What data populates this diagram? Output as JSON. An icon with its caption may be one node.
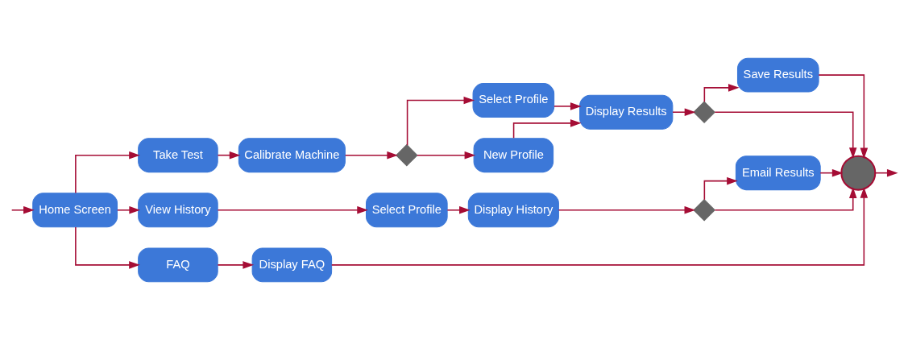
{
  "diagram": {
    "nodes": [
      {
        "text": [
          "Home Screen"
        ]
      },
      {
        "text": [
          "Take Test"
        ]
      },
      {
        "text": [
          "Calibrate Machine"
        ]
      },
      {
        "text": [],
        "shape": "diamond"
      },
      {
        "text": [
          "Select Profile"
        ]
      },
      {
        "text": [
          "New Profile"
        ]
      },
      {
        "text": [
          "Display Results"
        ]
      },
      {
        "text": [],
        "shape": "diamond"
      },
      {
        "text": [
          "Save Results"
        ]
      },
      {
        "text": [
          "View History"
        ]
      },
      {
        "text": [
          "Select Profile"
        ]
      },
      {
        "text": [
          "Display History"
        ]
      },
      {
        "text": [],
        "shape": "diamond"
      },
      {
        "text": [
          "Email Results"
        ]
      },
      {
        "text": [
          "FAQ"
        ]
      },
      {
        "text": [
          "Display FAQ"
        ]
      },
      {
        "text": [],
        "shape": "circle"
      }
    ],
    "edges": [
      {
        "from": null,
        "to": 0,
        "arrow": "to"
      },
      {
        "from": 0,
        "to": 1,
        "arrow": "to"
      },
      {
        "from": 0,
        "to": 9,
        "arrow": "to"
      },
      {
        "from": 0,
        "to": 14,
        "arrow": "to"
      },
      {
        "from": 1,
        "to": 2,
        "arrow": "to"
      },
      {
        "from": 2,
        "to": 3,
        "arrow": "to"
      },
      {
        "from": 3,
        "to": 4,
        "arrow": "to"
      },
      {
        "from": 3,
        "to": 5,
        "arrow": "to"
      },
      {
        "from": 4,
        "to": 6,
        "arrow": "to"
      },
      {
        "from": 5,
        "to": 6,
        "arrow": "to"
      },
      {
        "from": 6,
        "to": 7,
        "arrow": "to"
      },
      {
        "from": 7,
        "to": 8,
        "arrow": "to"
      },
      {
        "from": 7,
        "to": 16,
        "arrow": "to"
      },
      {
        "from": 8,
        "to": 16,
        "arrow": "to"
      },
      {
        "from": 9,
        "to": 10,
        "arrow": "to"
      },
      {
        "from": 10,
        "to": 11,
        "arrow": "to"
      },
      {
        "from": 11,
        "to": 12,
        "arrow": "to"
      },
      {
        "from": 12,
        "to": 13,
        "arrow": "to"
      },
      {
        "from": 12,
        "to": 16,
        "arrow": "to"
      },
      {
        "from": 13,
        "to": 16,
        "arrow": "to"
      },
      {
        "from": 14,
        "to": 15,
        "arrow": "to"
      },
      {
        "from": 15,
        "to": 16,
        "arrow": "to"
      },
      {
        "from": 16,
        "to": null,
        "arrow": "to"
      }
    ]
  }
}
